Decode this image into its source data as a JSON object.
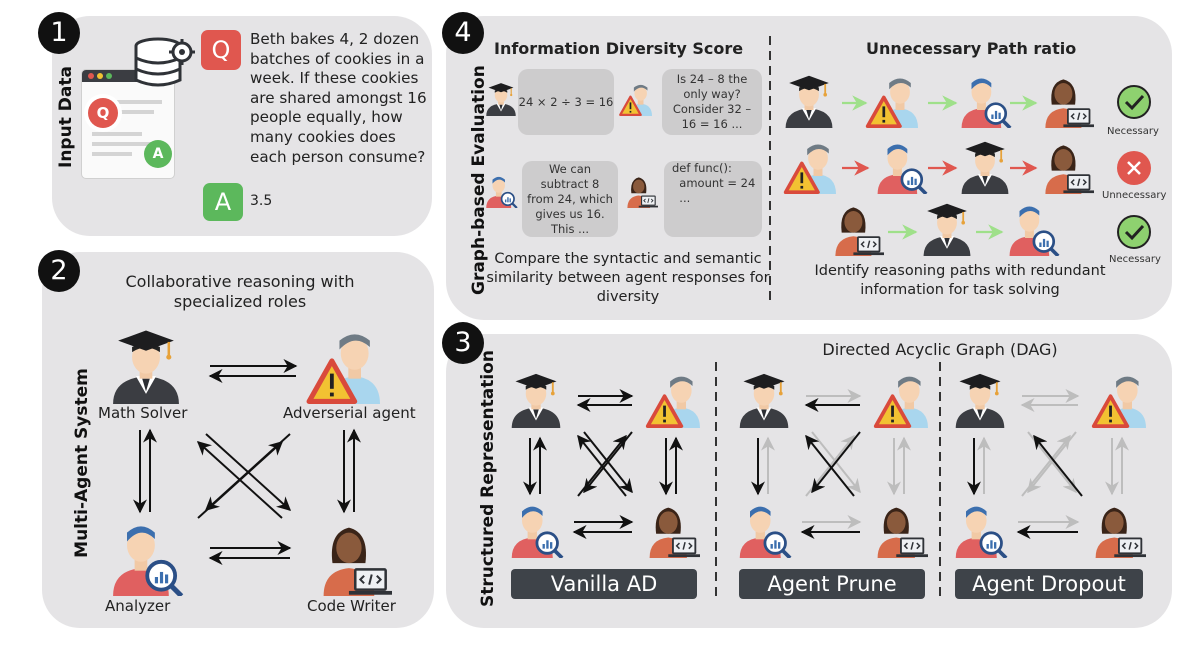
{
  "panel1": {
    "number": "1",
    "label": "Input Data",
    "question_icon": "Q",
    "answer_icon": "A",
    "question": "Beth bakes 4, 2 dozen batches of cookies in a week. If these cookies are shared amongst 16 people equally, how many cookies does each person consume?",
    "answer": "3.5"
  },
  "panel2": {
    "number": "2",
    "label": "Multi-Agent System",
    "title": "Collaborative reasoning with specialized roles",
    "roles": {
      "math": "Math Solver",
      "adv": "Adverserial agent",
      "analyzer": "Analyzer",
      "coder": "Code Writer"
    }
  },
  "panel3": {
    "number": "3",
    "label": "Structured Representation",
    "title": "Directed Acyclic Graph (DAG)",
    "variants": [
      "Vanilla AD",
      "Agent Prune",
      "Agent Dropout"
    ]
  },
  "panel4": {
    "number": "4",
    "label": "Graph-based Evaluation",
    "left_title": "Information Diversity Score",
    "right_title": "Unnecessary Path ratio",
    "bubbles": {
      "b1": "24 × 2 ÷ 3 = 16",
      "b2": "Is 24 – 8 the only way? Consider 32 – 16 = 16 ...",
      "b3": "We can subtract 8 from 24, which gives us 16. This ...",
      "b4_line1": "def func():",
      "b4_line2": "  amount = 24",
      "b4_line3": "  ..."
    },
    "left_caption": "Compare the syntactic and semantic similarity between agent responses for diversity",
    "right_caption": "Identify reasoning paths with redundant information for task solving",
    "status": [
      "Necessary",
      "Unnecessary",
      "Necessary"
    ]
  },
  "colors": {
    "panel_bg": "#e5e4e6",
    "green_arrow": "#9fe08a",
    "red_arrow": "#e0574f",
    "necessary_green": "#8ed16f",
    "unnecessary_red": "#e0574f",
    "q_red": "#e0574f",
    "a_green": "#5cb85c"
  }
}
